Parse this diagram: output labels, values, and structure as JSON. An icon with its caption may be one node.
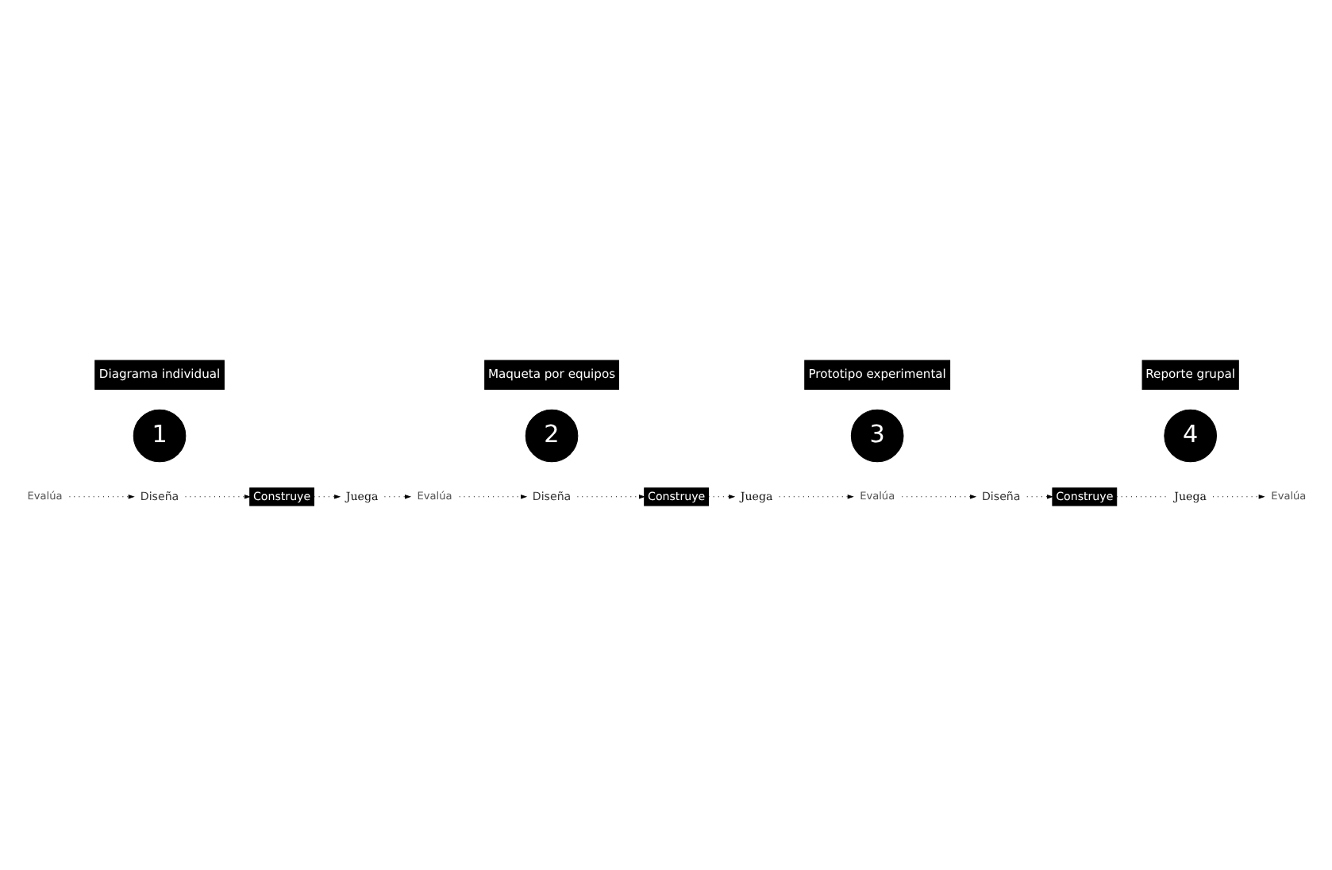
{
  "diagram": {
    "nodes": [
      {
        "text": [
          "Evalúa"
        ]
      },
      {
        "text": [
          "Diseña"
        ]
      },
      {
        "text": [
          "Construye"
        ]
      },
      {
        "text": [
          "Juega"
        ]
      },
      {
        "text": [
          "1"
        ]
      },
      {
        "text": [
          "Diagrama individual"
        ]
      },
      {
        "text": [
          "Evalúa"
        ]
      },
      {
        "text": [
          "Diseña"
        ]
      },
      {
        "text": [
          "Construye"
        ]
      },
      {
        "text": [
          "2"
        ]
      },
      {
        "text": [
          "Maqueta por equipos"
        ]
      },
      {
        "text": [
          "Juega"
        ]
      },
      {
        "text": [
          "Evalúa"
        ]
      },
      {
        "text": [
          "Diseña"
        ]
      },
      {
        "text": [
          "3"
        ]
      },
      {
        "text": [
          "Prototipo experimental"
        ]
      },
      {
        "text": [
          "Construye"
        ]
      },
      {
        "text": [
          "Juega"
        ]
      },
      {
        "text": [
          "Evalúa"
        ]
      },
      {
        "text": [
          "4"
        ]
      },
      {
        "text": [
          "Reporte grupal"
        ]
      }
    ],
    "edges": [
      {
        "from": 0,
        "to": 1,
        "arrow": "to"
      },
      {
        "from": 1,
        "to": 2,
        "arrow": "to"
      },
      {
        "from": 2,
        "to": 3,
        "arrow": "to"
      },
      {
        "from": 3,
        "to": 6,
        "arrow": "to"
      },
      {
        "from": 6,
        "to": 7,
        "arrow": "to"
      },
      {
        "from": 7,
        "to": 8,
        "arrow": "to"
      },
      {
        "from": 8,
        "to": 11,
        "arrow": "to"
      },
      {
        "from": 11,
        "to": 12,
        "arrow": "to"
      },
      {
        "from": 12,
        "to": 13,
        "arrow": "to"
      },
      {
        "from": 13,
        "to": 16,
        "arrow": "to"
      },
      {
        "from": 16,
        "to": 17,
        "arrow": "none"
      },
      {
        "from": 17,
        "to": 18,
        "arrow": "to"
      }
    ]
  }
}
